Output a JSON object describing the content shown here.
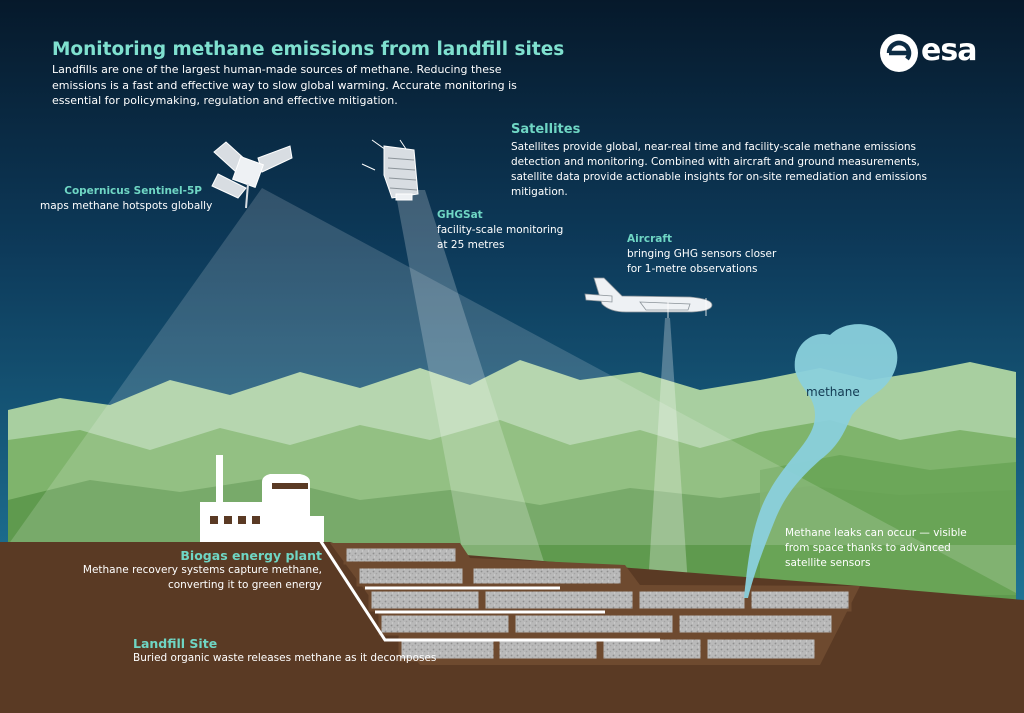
{
  "header": {
    "title": "Monitoring methane emissions from landfill sites",
    "intro": "Landfills are one of the largest human-made sources of methane. Reducing these emissions is a fast and effective way to slow global warming. Accurate monitoring is essential for policymaking, regulation and effective mitigation."
  },
  "logo": {
    "text": "esa"
  },
  "satellites": {
    "title": "Satellites",
    "description": "Satellites provide global, near-real time and facility-scale methane emissions detection and monitoring. Combined with aircraft and ground measurements, satellite data provide actionable insights for on-site remediation and emissions mitigation."
  },
  "sentinel": {
    "name": "Copernicus Sentinel-5P",
    "desc": "maps methane hotspots globally"
  },
  "ghgsat": {
    "name": "GHGSat",
    "desc_line1": "facility-scale monitoring",
    "desc_line2": "at 25 metres"
  },
  "aircraft": {
    "name": "Aircraft",
    "desc_line1": "bringing GHG sensors closer",
    "desc_line2": "for 1-metre observations"
  },
  "plume": {
    "label": "methane"
  },
  "leak": {
    "text": "Methane leaks can occur — visible from space thanks to advanced satellite sensors"
  },
  "biogas": {
    "name": "Biogas energy plant",
    "desc_line1": "Methane recovery systems capture methane,",
    "desc_line2": "converting it to green energy"
  },
  "landfill": {
    "name": "Landfill Site",
    "desc": "Buried organic waste releases methane as it decomposes"
  },
  "colors": {
    "sky_top": "#06192b",
    "sky_bottom": "#1b6a8c",
    "accent": "#6fd6c4",
    "ground": "#5a3a24",
    "plume": "#8ad0dc"
  }
}
